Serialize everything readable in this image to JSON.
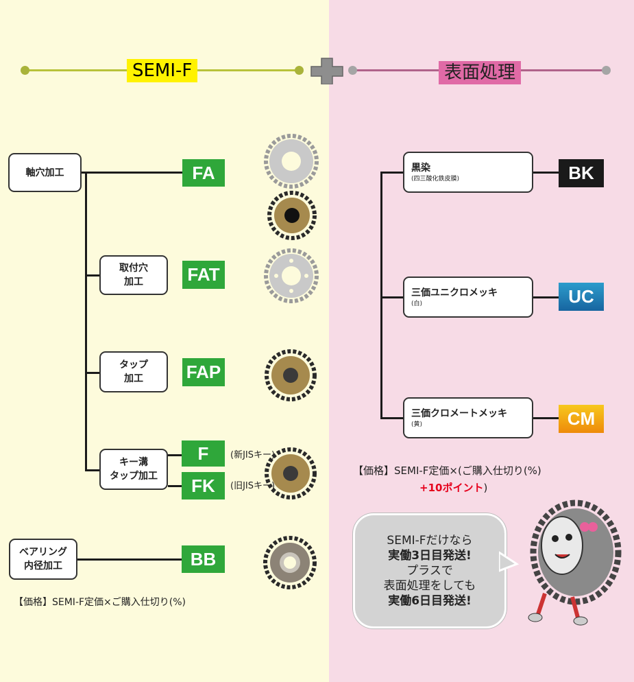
{
  "headers": {
    "left": "SEMI-F",
    "right": "表面処理",
    "left_color": "#fff200",
    "right_color": "#e06aa6"
  },
  "left_items": {
    "shaft_hole": {
      "label": "軸穴加工",
      "code": "FA"
    },
    "mount_hole": {
      "label_line1": "取付穴",
      "label_line2": "加工",
      "code": "FAT"
    },
    "tap": {
      "label_line1": "タップ",
      "label_line2": "加工",
      "code": "FAP"
    },
    "keyway": {
      "label_line1": "キー溝",
      "label_line2": "タップ加工",
      "code_new": "F",
      "note_new": "(新JISキー)",
      "code_old": "FK",
      "note_old": "(旧JISキー)"
    },
    "bearing": {
      "label_line1": "ベアリング",
      "label_line2": "内径加工",
      "code": "BB"
    }
  },
  "right_items": {
    "black": {
      "label": "黒染",
      "sub": "(四三酸化鉄皮膜)",
      "code": "BK",
      "color": "#1a1a1a"
    },
    "unichrome": {
      "label": "三価ユニクロメッキ",
      "sub": "(白)",
      "code": "UC",
      "color": "#1f87b8"
    },
    "chromate": {
      "label": "三価クロメートメッキ",
      "sub": "(黄)",
      "code": "CM",
      "color": "#f2a20a"
    }
  },
  "price_left": "【価格】SEMI-F定価×ご購入仕切り(%)",
  "price_right": {
    "line1": "【価格】SEMI-F定価×(ご購入仕切り(%)",
    "line2_plus": "+",
    "line2_points": "10ポイント",
    "line2_end": ")"
  },
  "bubble": {
    "l1": "SEMI-Fだけなら",
    "l2": "実働3日目発送!",
    "l3": "プラスで",
    "l4": "表面処理をしても",
    "l5": "実働6日目発送!"
  }
}
